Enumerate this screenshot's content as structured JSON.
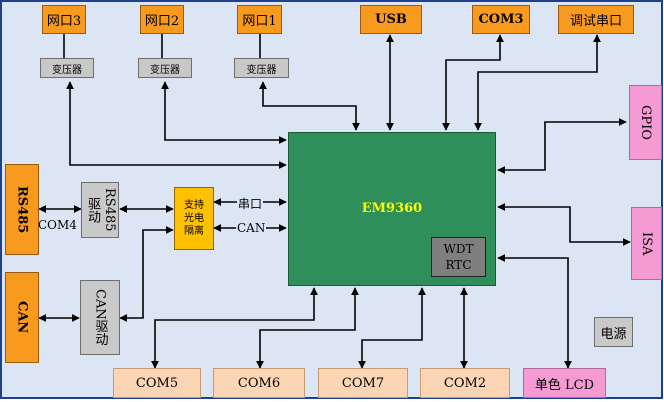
{
  "top_ports": {
    "net3": "网口3",
    "net2": "网口2",
    "net1": "网口1",
    "usb": "USB",
    "com3": "COM3",
    "debug": "调试串口"
  },
  "transformers": {
    "t3": "变压器",
    "t2": "变压器",
    "t1": "变压器"
  },
  "cpu": {
    "name": "EM9360",
    "wdt": "WDT",
    "rtc": "RTC"
  },
  "left": {
    "rs485": "RS485",
    "com4": "COM4",
    "rs485_driver": "RS485驱动",
    "can": "CAN",
    "can_driver": "CAN驱动",
    "isolation": "支持光电隔离",
    "serial_label": "串口",
    "can_label": "CAN"
  },
  "right": {
    "gpio": "GPIO",
    "isa": "ISA",
    "power": "电源"
  },
  "bottom_ports": {
    "com5": "COM5",
    "com6": "COM6",
    "com7": "COM7",
    "com2": "COM2",
    "lcd": "单色 LCD"
  },
  "colors": {
    "background": "#dbe5f4",
    "board_border": "#1f3f8f",
    "cpu": "#2e8f5a",
    "cpu_label": "#ffff00",
    "port_orange": "#f79a1e",
    "port_peach": "#fcd5b4",
    "port_pink": "#f59ad3",
    "isolation": "#ffc000",
    "module_gray": "#c8c8c8"
  }
}
